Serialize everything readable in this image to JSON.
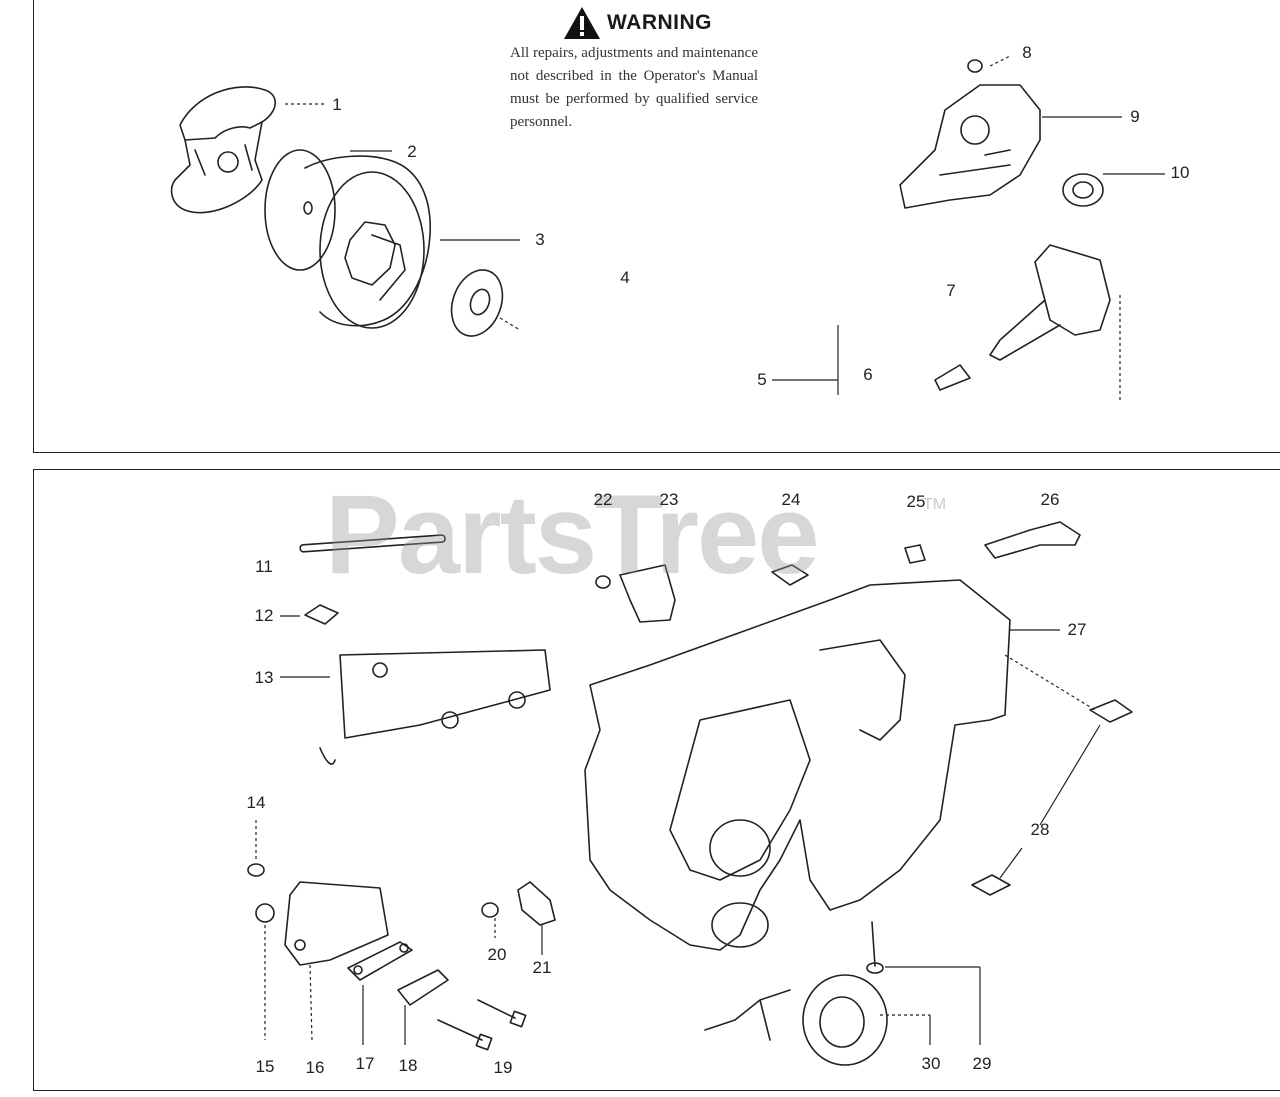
{
  "warning": {
    "title": "WARNING",
    "body": "All repairs, adjustments and maintenance not described in the Operator's Manual must be performed by qualified service personnel."
  },
  "watermark": {
    "text": "PartsTree",
    "tm": "TM"
  },
  "callouts": [
    "1",
    "2",
    "3",
    "4",
    "5",
    "6",
    "7",
    "8",
    "9",
    "10",
    "11",
    "12",
    "13",
    "14",
    "15",
    "16",
    "17",
    "18",
    "19",
    "20",
    "21",
    "22",
    "23",
    "24",
    "25",
    "26",
    "27",
    "28",
    "29",
    "30"
  ],
  "icons": {
    "warning": "warning-triangle-icon"
  }
}
